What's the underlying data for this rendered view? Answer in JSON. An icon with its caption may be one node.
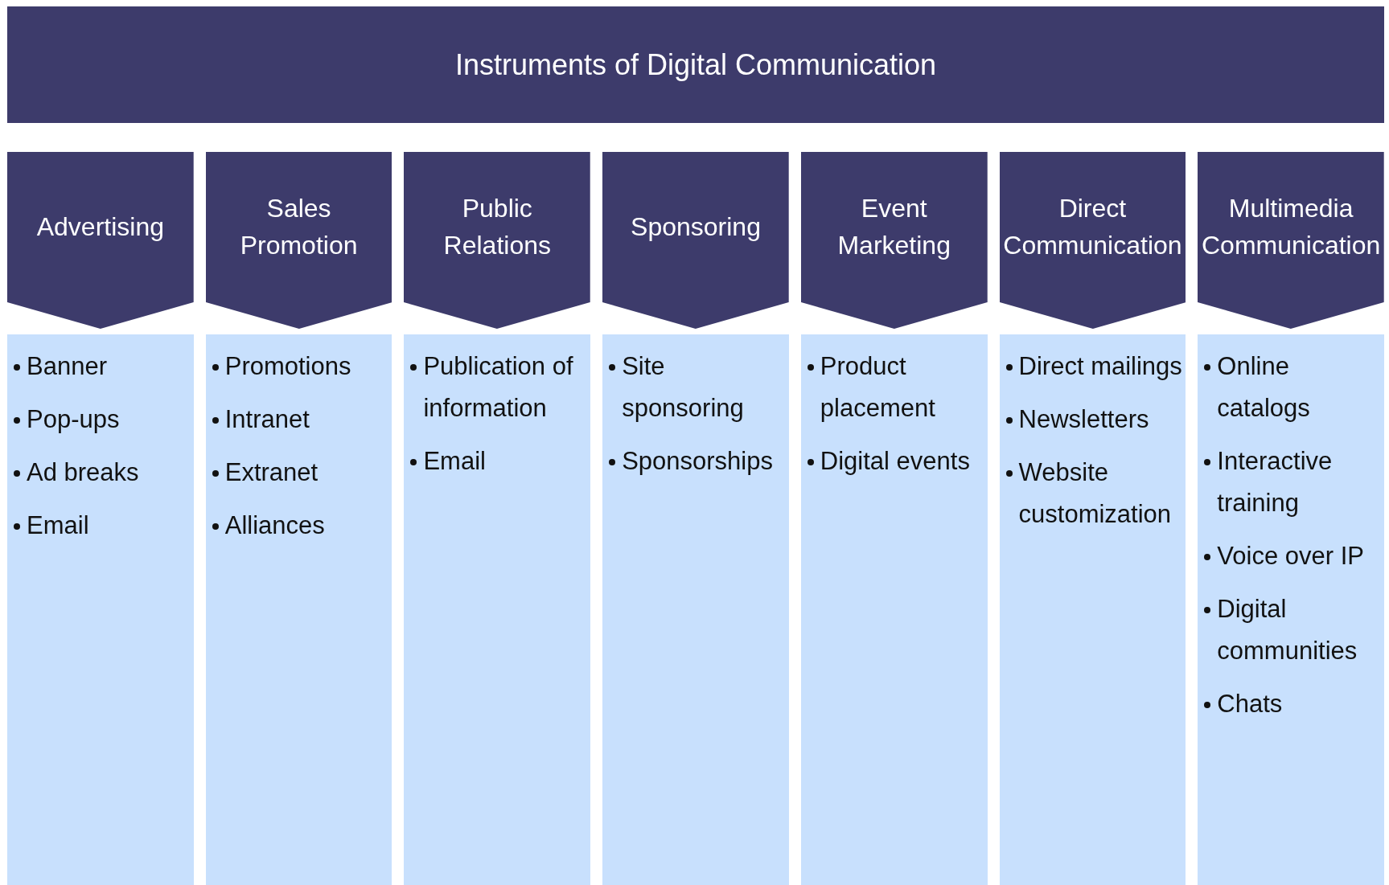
{
  "diagram": {
    "nodes": [
      {
        "text": [
          "Instruments of Digital Communication"
        ]
      },
      {
        "text": [
          "Advertising"
        ]
      },
      {
        "text": [
          "Sales Promotion"
        ]
      },
      {
        "text": [
          "Public Relations"
        ]
      },
      {
        "text": [
          "Sponsoring"
        ]
      },
      {
        "text": [
          "Event Marketing"
        ]
      },
      {
        "text": [
          "Direct Communication"
        ]
      },
      {
        "text": [
          "Multimedia Communication"
        ]
      },
      {
        "text": [
          "Banner",
          "Pop-ups",
          "Ad breaks",
          "Email"
        ]
      },
      {
        "text": [
          "Promotions",
          "Intranet",
          "Extranet",
          "Alliances"
        ]
      },
      {
        "text": [
          "Publication of information",
          "Email"
        ]
      },
      {
        "text": [
          "Site sponsoring",
          "Sponsorships"
        ]
      },
      {
        "text": [
          "Product placement",
          "Digital events"
        ]
      },
      {
        "text": [
          "Direct mailings",
          "Newsletters",
          "Website customization"
        ]
      },
      {
        "text": [
          "Online catalogs",
          "Interactive training",
          "Voice over IP",
          "Digital communities",
          "Chats"
        ]
      }
    ]
  }
}
